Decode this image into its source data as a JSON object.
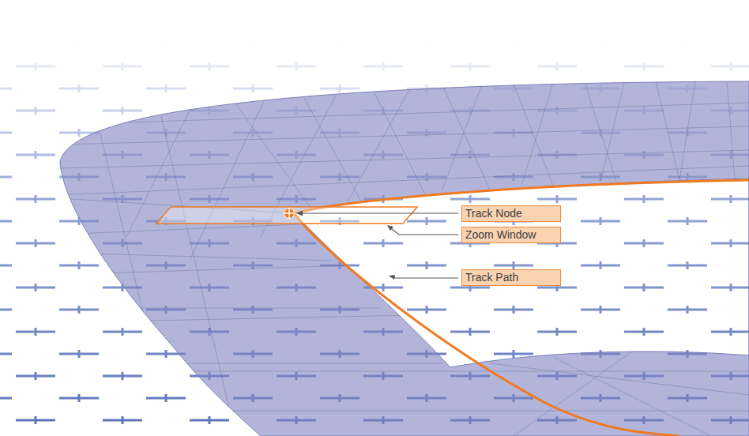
{
  "diagram": {
    "nodes": [
      {
        "text": [
          "Track Node"
        ]
      },
      {
        "text": [
          "Zoom Window"
        ]
      },
      {
        "text": [
          "Track Path"
        ]
      }
    ]
  }
}
